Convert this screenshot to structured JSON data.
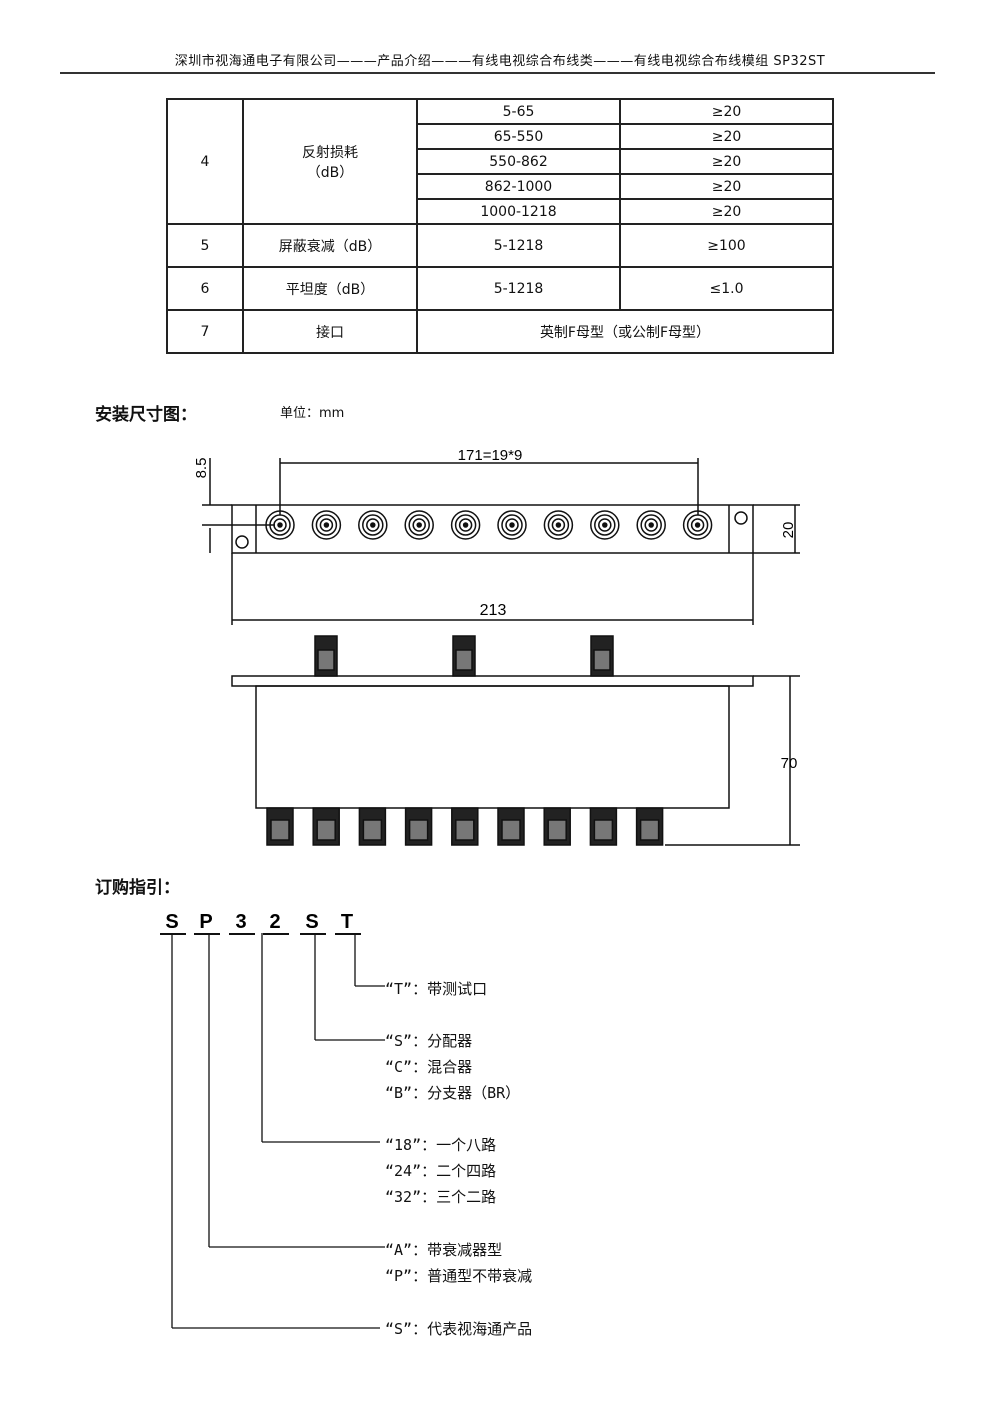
{
  "header": {
    "title": "深圳市视海通电子有限公司———产品介绍———有线电视综合布线类———有线电视综合布线模组 SP32ST"
  },
  "spec_table": {
    "rows": [
      {
        "no": "4",
        "item": "反射损耗",
        "unit": "（dB）",
        "sub": [
          {
            "range": "5-65",
            "value": "≥20"
          },
          {
            "range": "65-550",
            "value": "≥20"
          },
          {
            "range": "550-862",
            "value": "≥20"
          },
          {
            "range": "862-1000",
            "value": "≥20"
          },
          {
            "range": "1000-1218",
            "value": "≥20"
          }
        ]
      },
      {
        "no": "5",
        "item": "屏蔽衰减（dB）",
        "range": "5-1218",
        "value": "≥100"
      },
      {
        "no": "6",
        "item": "平坦度（dB）",
        "range": "5-1218",
        "value": "≤1.0"
      },
      {
        "no": "7",
        "item": "接口",
        "value": "英制F母型（或公制F母型）"
      }
    ]
  },
  "install": {
    "title": "安装尺寸图：",
    "unit": "单位：mm",
    "dims": {
      "pitch": "171=19*9",
      "length": "213",
      "width": "20",
      "offset": "8.5",
      "height": "70"
    }
  },
  "order": {
    "title": "订购指引：",
    "code": [
      "S",
      "P",
      "3",
      "2",
      "S",
      "T"
    ],
    "groups": [
      [
        "“T”：带测试口"
      ],
      [
        "“S”：分配器",
        "“C”：混合器",
        "“B”：分支器（BR）"
      ],
      [
        "“18”：一个八路",
        "“24”：二个四路",
        "“32”：三个二路"
      ],
      [
        "“A”：带衰减器型",
        "“P”：普通型不带衰减"
      ],
      [
        "“S”：代表视海通产品"
      ]
    ]
  }
}
